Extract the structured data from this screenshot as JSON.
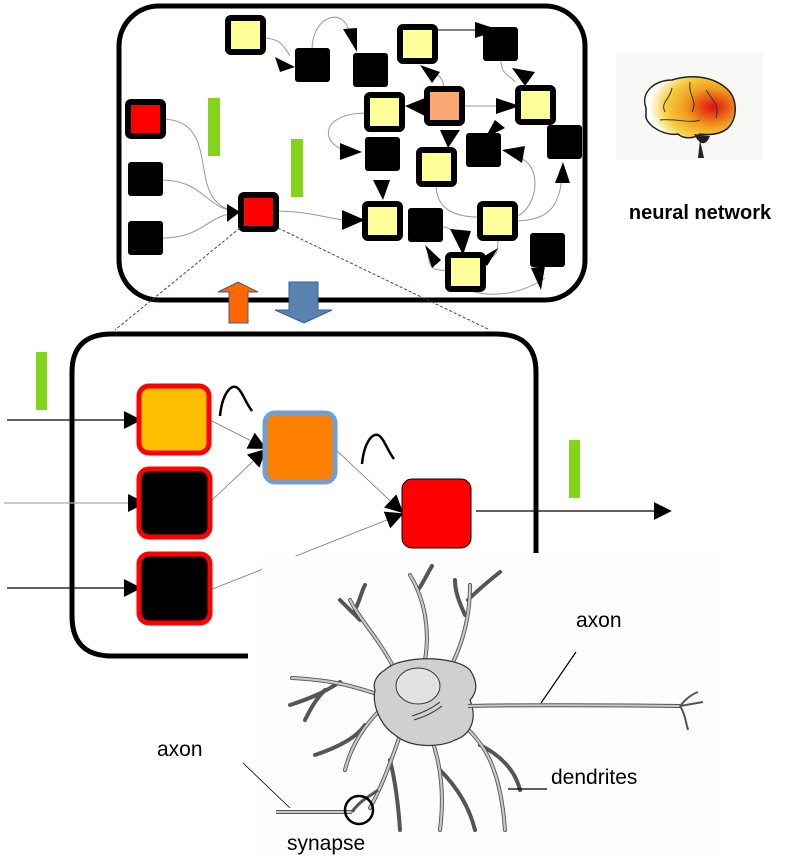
{
  "title_label": "neural network",
  "neuron_labels": {
    "axon_right": "axon",
    "axon_left": "axon",
    "dendrites": "dendrites",
    "synapse": "synapse"
  },
  "colors": {
    "yellow_node": "#ffff99",
    "black_node": "#000000",
    "red_node": "#ff0000",
    "salmon_node": "#f8a870",
    "green_bar": "#84d41c",
    "up_arrow": "#ff6600",
    "down_arrow": "#5a82b0",
    "neuron_input1": "#ffbf00",
    "neuron_hidden": "#ff7f00",
    "neuron_hidden_border": "#729fcf",
    "neuron_border_red": "#ff0000",
    "soma_fill": "#d0d0d0"
  },
  "network": {
    "nodes": [
      {
        "id": "y1",
        "kind": "yellow"
      },
      {
        "id": "b1",
        "kind": "black"
      },
      {
        "id": "b2",
        "kind": "black"
      },
      {
        "id": "y2",
        "kind": "yellow"
      },
      {
        "id": "b3",
        "kind": "black"
      },
      {
        "id": "r1",
        "kind": "red"
      },
      {
        "id": "b4",
        "kind": "black"
      },
      {
        "id": "b5",
        "kind": "black"
      },
      {
        "id": "r2",
        "kind": "red"
      },
      {
        "id": "y3",
        "kind": "yellow"
      },
      {
        "id": "s1",
        "kind": "salmon"
      },
      {
        "id": "y4",
        "kind": "yellow"
      },
      {
        "id": "b6",
        "kind": "black"
      },
      {
        "id": "y5",
        "kind": "yellow"
      },
      {
        "id": "b7",
        "kind": "black"
      },
      {
        "id": "b8",
        "kind": "black"
      },
      {
        "id": "y6",
        "kind": "yellow"
      },
      {
        "id": "b9",
        "kind": "black"
      },
      {
        "id": "y7",
        "kind": "yellow"
      },
      {
        "id": "y8",
        "kind": "yellow"
      },
      {
        "id": "b10",
        "kind": "black"
      }
    ]
  },
  "zoomed_neuron": {
    "inputs": [
      {
        "id": "in1",
        "fill": "#ffbf00"
      },
      {
        "id": "in2",
        "fill": "#000000"
      },
      {
        "id": "in3",
        "fill": "#000000"
      }
    ],
    "hidden": {
      "id": "h1",
      "fill": "#ff7f00"
    },
    "output": {
      "id": "o1",
      "fill": "#ff0000"
    }
  }
}
